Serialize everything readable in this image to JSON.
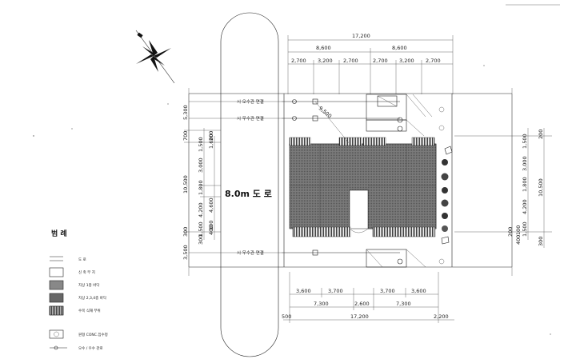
{
  "road": {
    "label": "8.0m 도 로"
  },
  "top_dims": {
    "overall": "17,200",
    "halves": [
      "8,600",
      "8,600"
    ],
    "segments": [
      "2,700",
      "3,200",
      "2,700",
      "2,700",
      "3,200",
      "2,700"
    ]
  },
  "bottom_dims": {
    "row1": [
      "3,600",
      "3,700",
      "3,700",
      "3,600"
    ],
    "row2": [
      "7,300",
      "2,600",
      "7,300"
    ],
    "row3_left": "500",
    "row3_mid": "17,200",
    "row3_right": "2,200"
  },
  "left_dims": {
    "outer": [
      "5,300",
      "700",
      "10,500",
      "300",
      "3,500"
    ],
    "inner": [
      "1,500",
      "3,000",
      "1,800",
      "4,200",
      "1,500",
      "1,600",
      "300",
      "200",
      "400",
      "100"
    ],
    "inner2": [
      "4,600"
    ]
  },
  "right_dims": {
    "outer": [
      "200",
      "10,500",
      "300"
    ],
    "inner": [
      "1,500",
      "3,000",
      "1,800",
      "4,200",
      "1,500",
      "200",
      "400",
      "100"
    ]
  },
  "pipe_labels": [
    "시 오수관 연결",
    "시 우수관 연결",
    "시 우수관 연결"
  ],
  "diag_dim": "9,500",
  "legend": {
    "title": "범 례",
    "items": [
      "도 로",
      "신 축 부 지",
      "지상 1층 바닥",
      "지상 2,3,4층 바닥",
      "수목 식재 부위",
      "원형 CONC.집수정",
      "오수 / 우수 관로"
    ]
  }
}
